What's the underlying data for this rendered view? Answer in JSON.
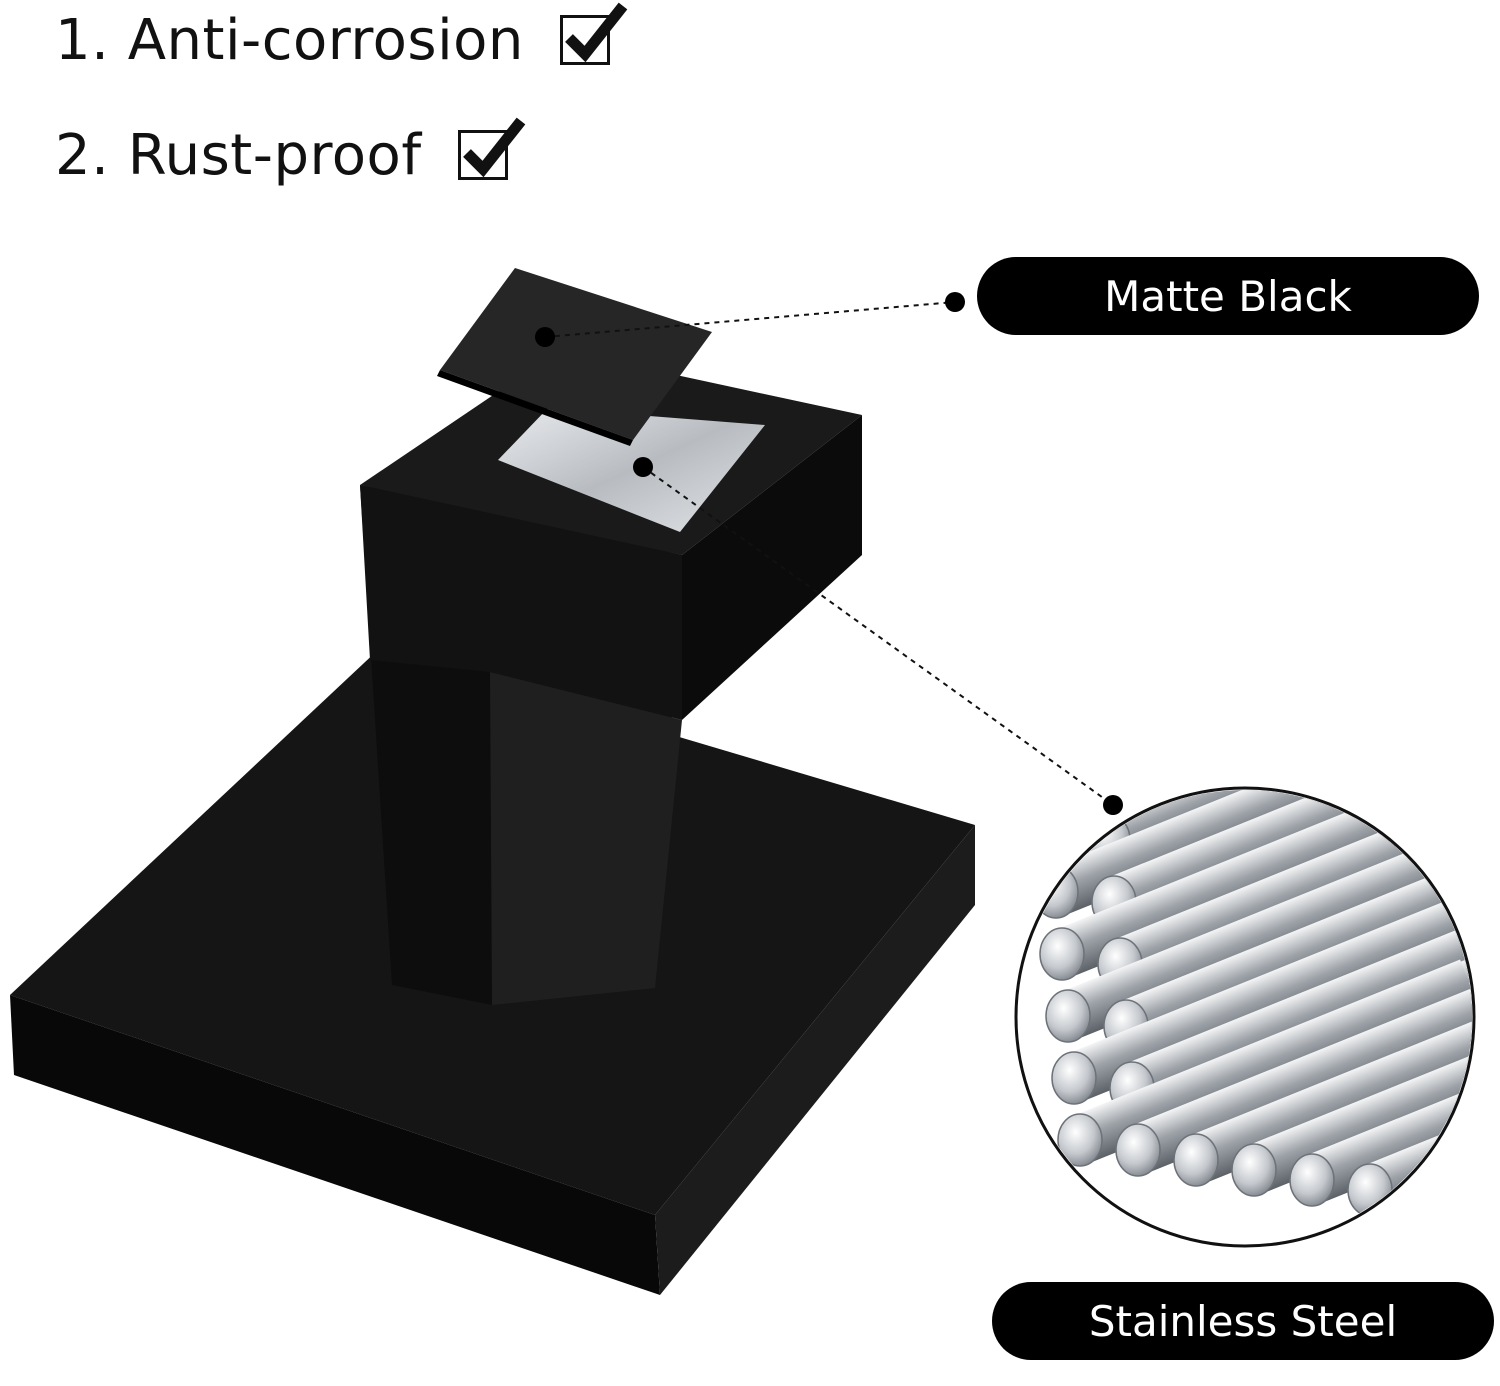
{
  "features": [
    {
      "label": "1. Anti-corrosion",
      "checked": true
    },
    {
      "label": "2. Rust-proof",
      "checked": true
    }
  ],
  "callouts": {
    "top": "Matte Black",
    "bottom": "Stainless Steel"
  },
  "colors": {
    "product": "#111111",
    "callout_bg": "#000000",
    "callout_text": "#ffffff",
    "steel": "#c9ccd0"
  },
  "icons": [
    "checkmark-icon"
  ]
}
